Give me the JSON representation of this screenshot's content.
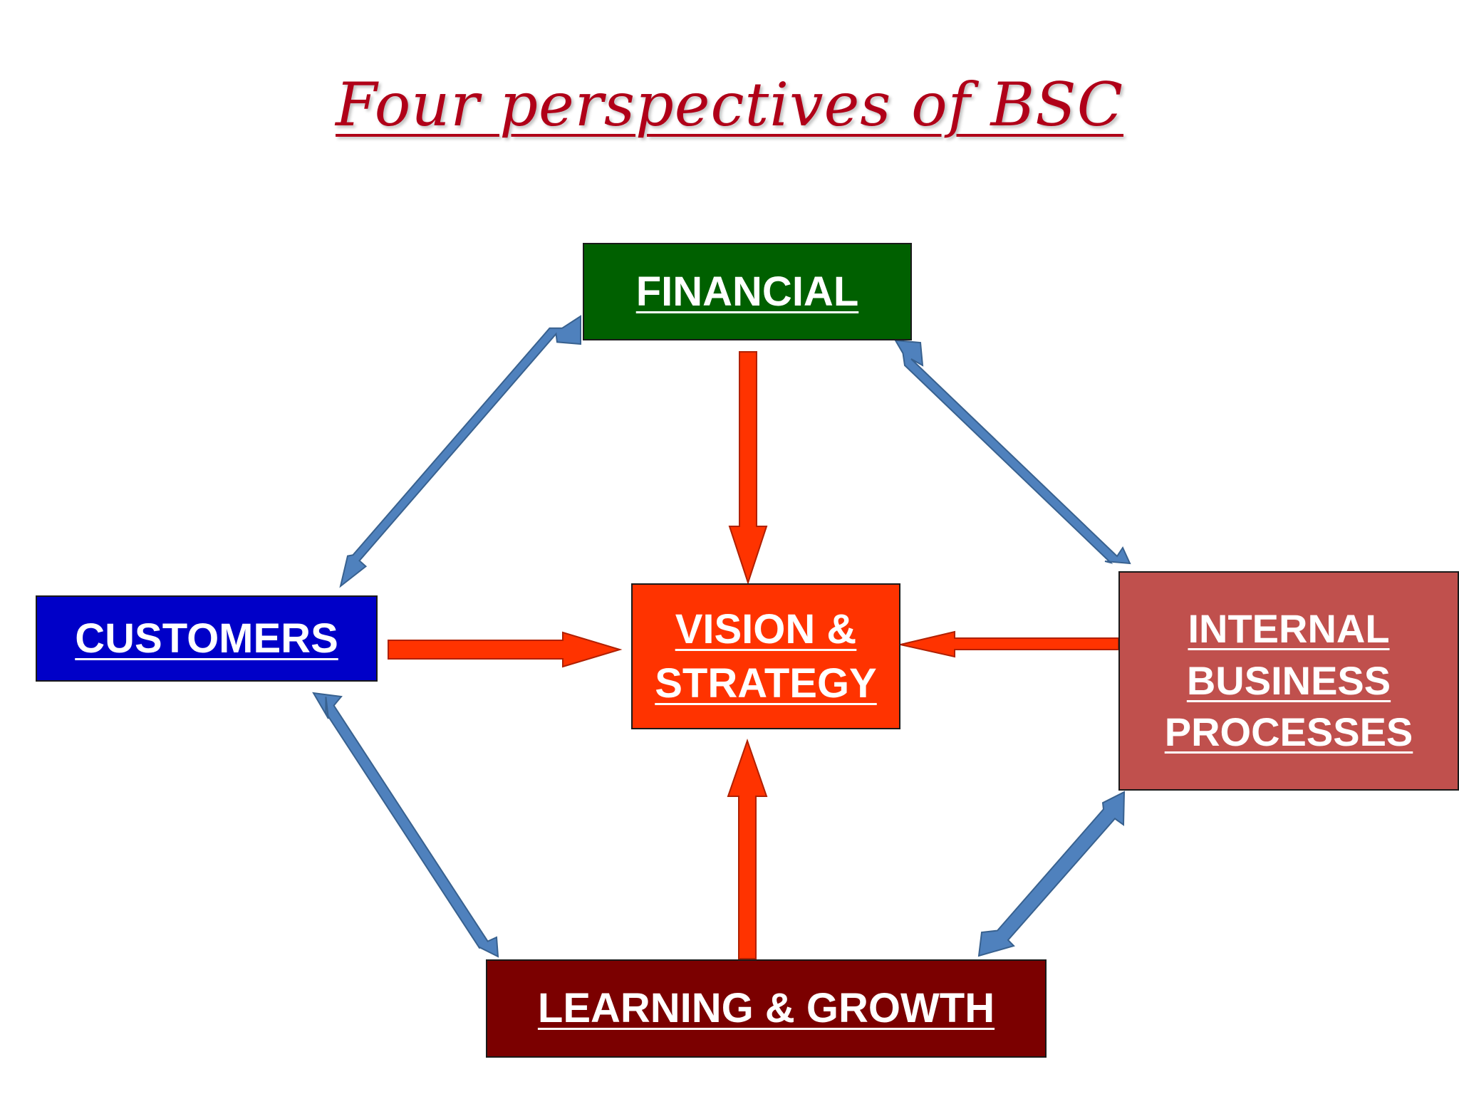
{
  "title": "Four  perspectives  of  BSC",
  "colors": {
    "title": "#b00018",
    "financial": "#006000",
    "customers": "#0000c8",
    "vision": "#ff3300",
    "internal": "#c0504d",
    "learning": "#7b0000",
    "red_arrow": "#ff3300",
    "blue_arrow": "#4f81bd"
  },
  "nodes": {
    "financial": {
      "label": "FINANCIAL"
    },
    "customers": {
      "label": "CUSTOMERS"
    },
    "vision": {
      "lines": [
        "VISION &",
        "STRATEGY"
      ]
    },
    "internal": {
      "lines": [
        "INTERNAL",
        "BUSINESS",
        "PROCESSES"
      ]
    },
    "learning": {
      "label": "LEARNING & GROWTH"
    }
  },
  "edges": [
    {
      "from": "financial",
      "to": "vision",
      "style": "single-arrow"
    },
    {
      "from": "customers",
      "to": "vision",
      "style": "single-arrow"
    },
    {
      "from": "internal",
      "to": "vision",
      "style": "single-arrow"
    },
    {
      "from": "learning",
      "to": "vision",
      "style": "single-arrow"
    },
    {
      "from": "financial",
      "to": "customers",
      "style": "double-arrow"
    },
    {
      "from": "financial",
      "to": "internal",
      "style": "double-arrow"
    },
    {
      "from": "customers",
      "to": "learning",
      "style": "double-arrow"
    },
    {
      "from": "internal",
      "to": "learning",
      "style": "double-arrow"
    }
  ]
}
